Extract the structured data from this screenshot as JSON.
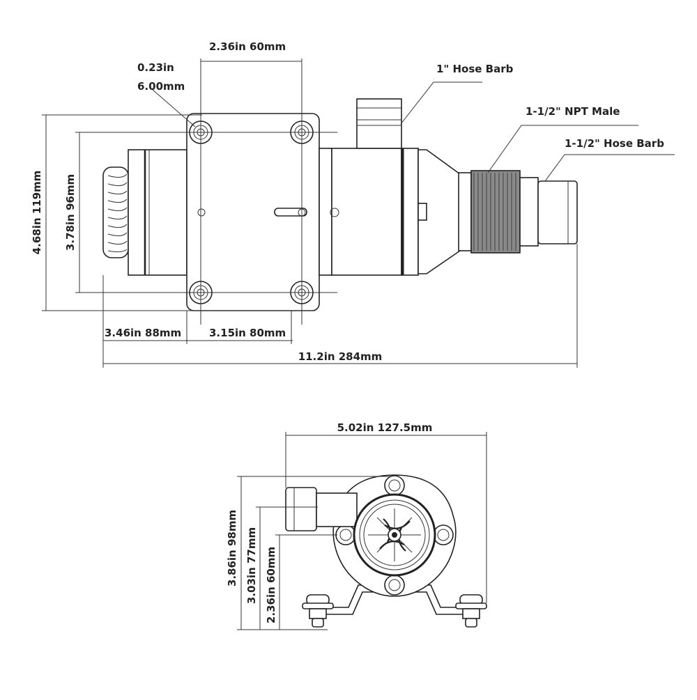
{
  "side_view": {
    "dim_top": "2.36in 60mm",
    "dim_hole_in": "0.23in",
    "dim_hole_mm": "6.00mm",
    "dim_height_outer": "4.68in 119mm",
    "dim_height_inner": "3.78in 96mm",
    "dim_bottom_left": "3.46in 88mm",
    "dim_bottom_mid": "3.15in 80mm",
    "dim_total_length": "11.2in 284mm",
    "callout_hose_barb_1": "1\" Hose Barb",
    "callout_npt_male": "1-1/2\" NPT Male",
    "callout_hose_barb_15": "1-1/2\" Hose Barb"
  },
  "front_view": {
    "dim_width": "5.02in 127.5mm",
    "dim_h1": "3.86in 98mm",
    "dim_h2": "3.03in 77mm",
    "dim_h3": "2.36in 60mm"
  }
}
